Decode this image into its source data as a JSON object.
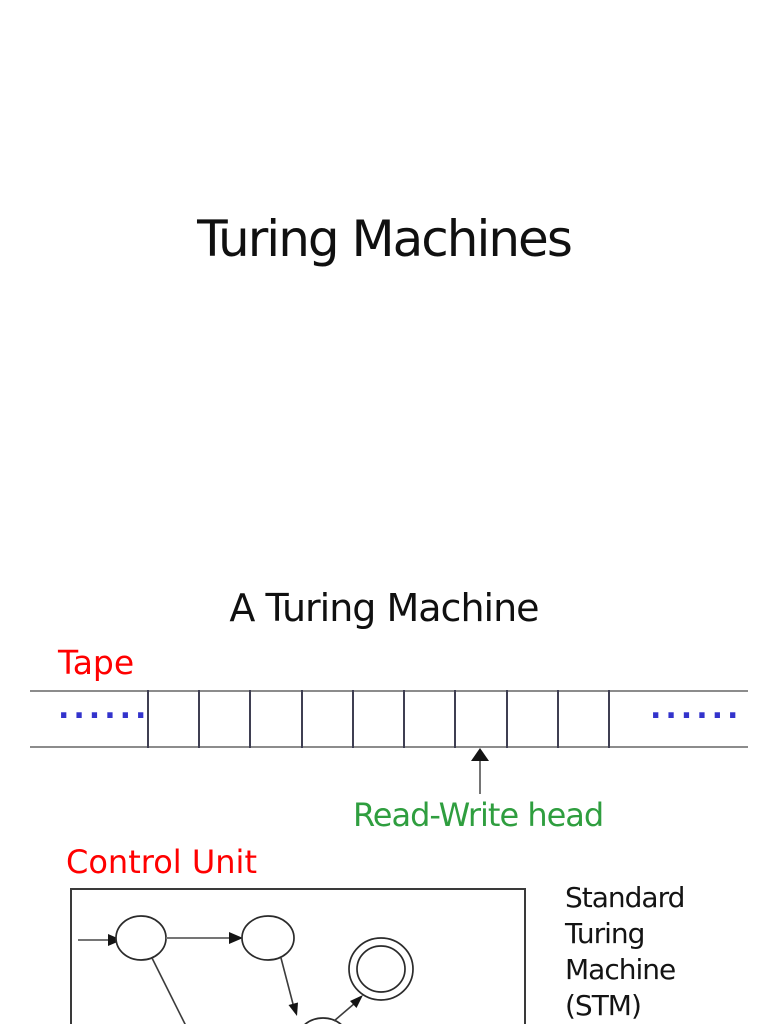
{
  "slide1": {
    "title": "Turing Machines"
  },
  "slide2": {
    "title": "A Turing Machine",
    "tape": {
      "label": "Tape",
      "cell_count": 9,
      "dots_left": "......",
      "dots_right": "......"
    },
    "head_label": "Read-Write head",
    "control_label": "Control Unit",
    "stm_lines": [
      "Standard",
      "Turing",
      "Machine",
      "(STM)"
    ]
  },
  "colors": {
    "label_red": "#ff0000",
    "dots_blue": "#3333cc",
    "head_green": "#2f9e3f",
    "text_black": "#141414",
    "tape_line_gray": "#8c8c8c",
    "divider_dark": "#3f3f52"
  }
}
